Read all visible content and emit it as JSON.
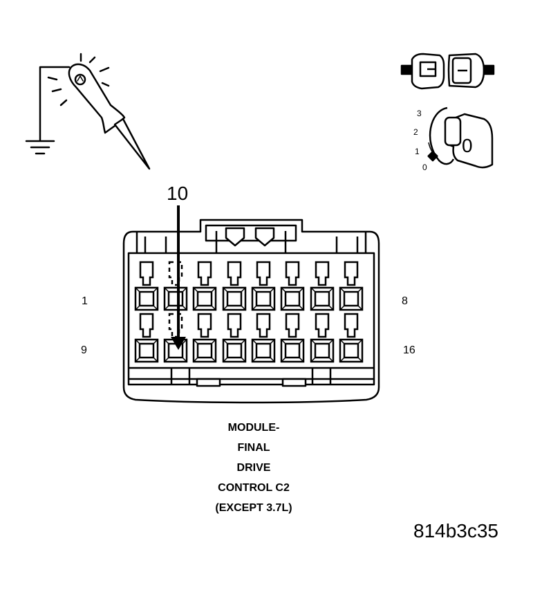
{
  "callout": {
    "pin_label": "10"
  },
  "pin_numbers": {
    "top_left": "1",
    "top_right": "8",
    "bottom_left": "9",
    "bottom_right": "16"
  },
  "ignition_switch": {
    "positions": [
      "3",
      "2",
      "1",
      "0"
    ],
    "key_label": "0"
  },
  "caption_lines": [
    "MODULE-",
    "FINAL",
    "DRIVE",
    "CONTROL C2",
    "(EXCEPT 3.7L)"
  ],
  "figure_id": "814b3c35",
  "icons": [
    "test-light-to-ground-icon",
    "disconnected-connector-icon",
    "ignition-key-icon"
  ]
}
